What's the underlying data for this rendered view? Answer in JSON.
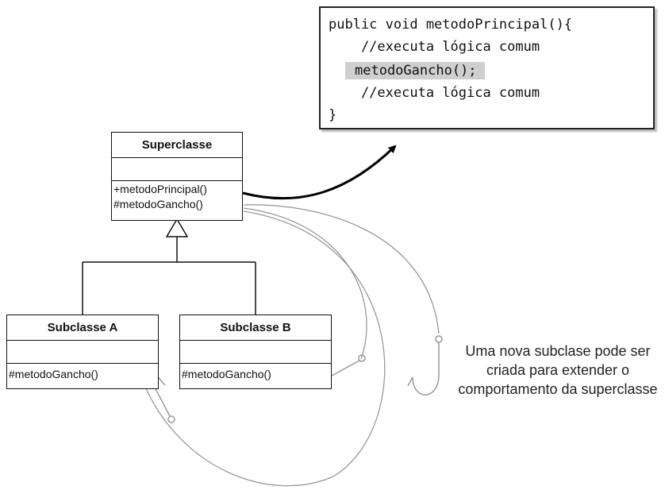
{
  "code": {
    "lines": [
      "public void metodoPrincipal(){",
      "    //executa lógica comum",
      "metodoGancho();",
      "    //executa lógica comum",
      "}"
    ]
  },
  "superclass": {
    "name": "Superclasse",
    "ops": [
      "+metodoPrincipal()",
      "#metodoGancho()"
    ]
  },
  "subclass_a": {
    "name": "Subclasse A",
    "ops": [
      "#metodoGancho()"
    ]
  },
  "subclass_b": {
    "name": "Subclasse B",
    "ops": [
      "#metodoGancho()"
    ]
  },
  "caption": "Uma nova subclase pode ser criada para extender o comportamento da superclasse"
}
